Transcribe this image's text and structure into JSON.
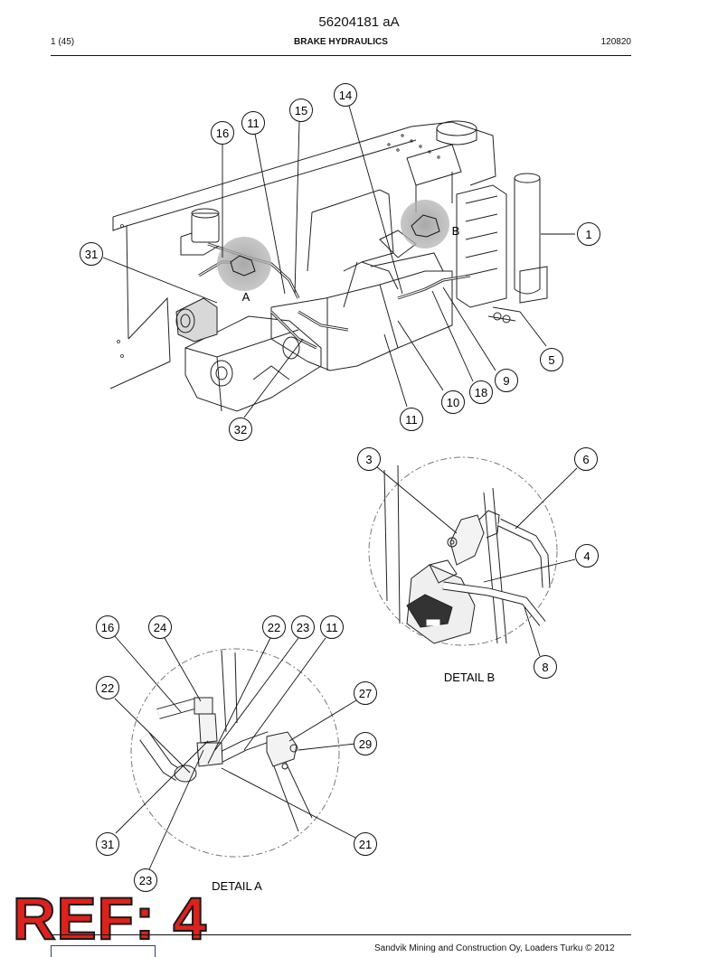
{
  "header": {
    "doc_number": "56204181 aA",
    "page": "1 (45)",
    "title": "BRAKE HYDRAULICS",
    "date_code": "120820"
  },
  "main_view": {
    "callouts": [
      "14",
      "15",
      "11",
      "16",
      "1",
      "31",
      "5",
      "9",
      "18",
      "10",
      "11",
      "32"
    ],
    "detail_markers": [
      "A",
      "B"
    ]
  },
  "detail_b": {
    "caption": "DETAIL B",
    "callouts": [
      "3",
      "6",
      "4",
      "8"
    ]
  },
  "detail_a": {
    "caption": "DETAIL A",
    "callouts": [
      "16",
      "24",
      "22",
      "23",
      "11",
      "22",
      "27",
      "29",
      "31",
      "21",
      "23"
    ]
  },
  "watermark": {
    "text": "REF: 4",
    "color": "#e0211b"
  },
  "footer": {
    "text": "Sandvik Mining and Construction Oy, Loaders Turku © 2012"
  }
}
